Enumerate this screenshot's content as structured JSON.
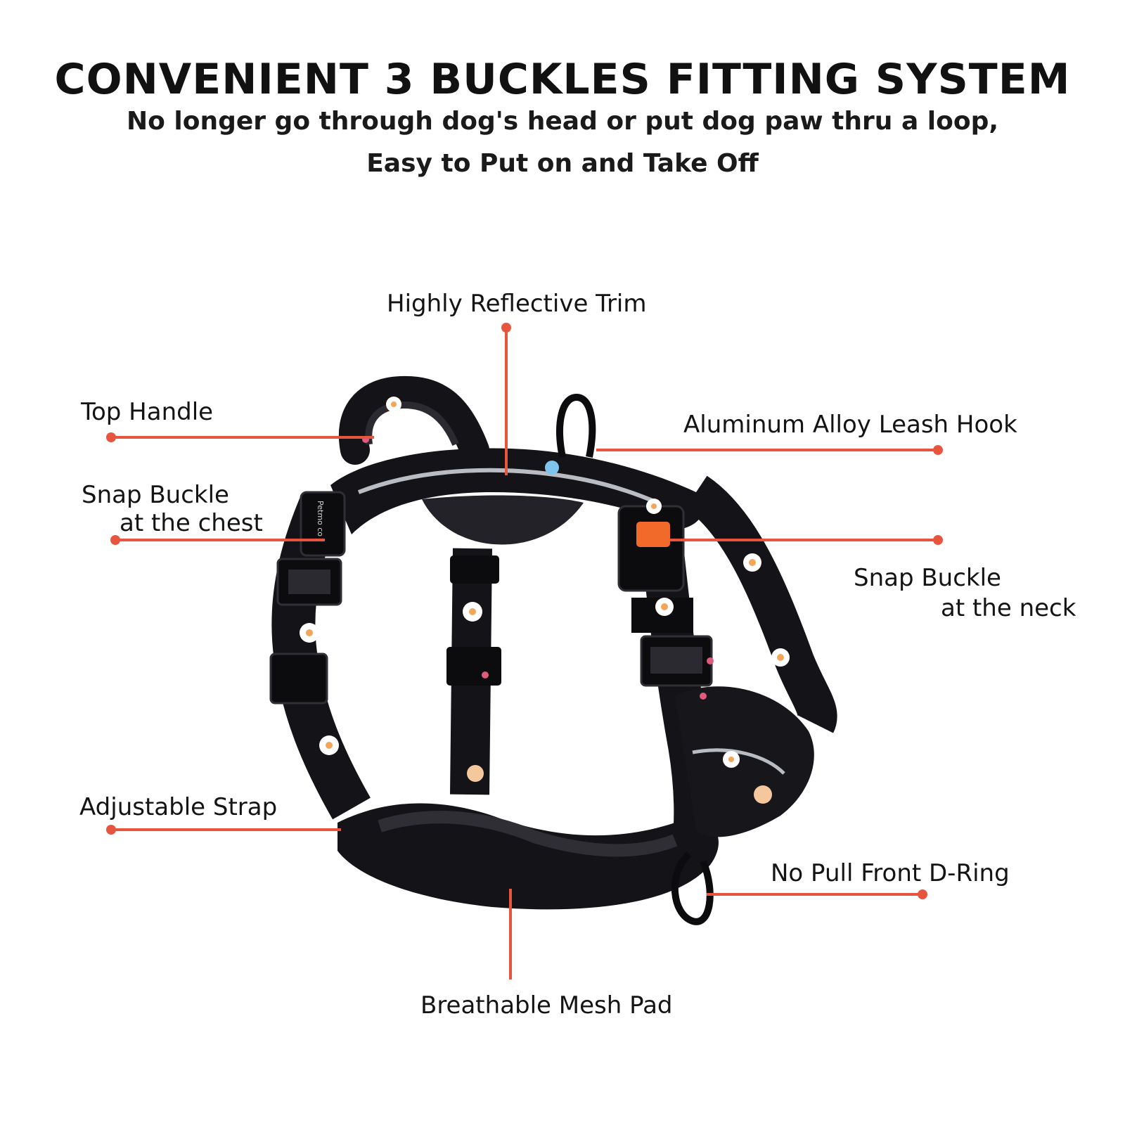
{
  "header": {
    "title": "CONVENIENT 3 BUCKLES FITTING SYSTEM",
    "subtitle_line1": "No longer go through dog's head or put dog paw thru a loop,",
    "subtitle_line2": "Easy to Put on and Take Off"
  },
  "callouts": {
    "reflective_trim": "Highly Reflective Trim",
    "top_handle": "Top Handle",
    "leash_hook": "Aluminum Alloy Leash Hook",
    "chest_buckle_line1": "Snap Buckle",
    "chest_buckle_line2": "at the chest",
    "neck_buckle_line1": "Snap Buckle",
    "neck_buckle_line2": "at the neck",
    "adjustable_strap": "Adjustable Strap",
    "front_d_ring": "No Pull Front D-Ring",
    "mesh_pad": "Breathable Mesh Pad"
  },
  "product": {
    "buckle_brand": "Petmo co"
  },
  "colors": {
    "callout_line": "#e8553e",
    "harness_body": "#141418",
    "reflective": "#b9bcc2",
    "buckle_release": "#f26a2a",
    "flower_petal": "#ffffff",
    "flower_center": "#f2a65a"
  }
}
